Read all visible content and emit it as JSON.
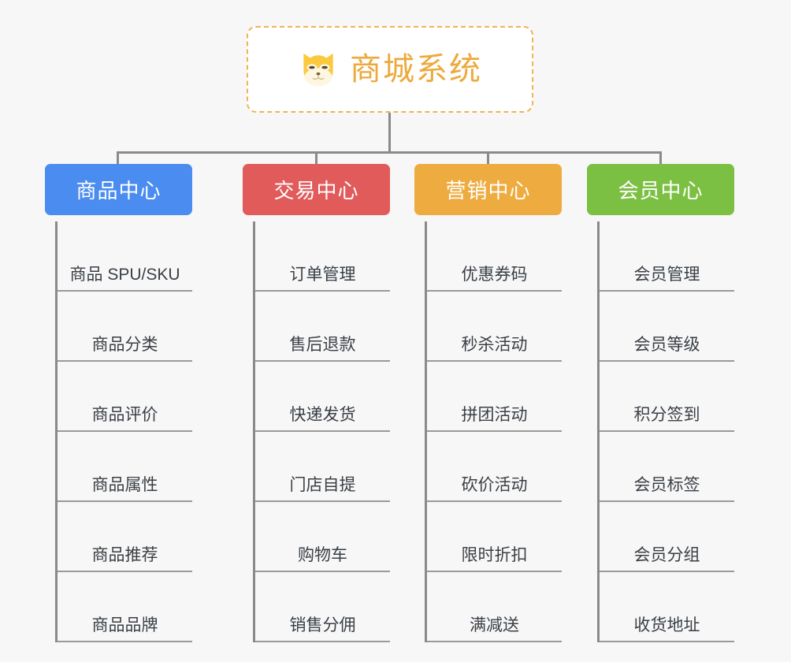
{
  "page": {
    "background_color": "#f7f7f7",
    "type": "org-chart"
  },
  "root": {
    "title": "商城系统",
    "icon": "shiba-dog-icon",
    "text_color": "#eda93c",
    "border_color": "#f0b450",
    "border_style": "dashed"
  },
  "columns": [
    {
      "header": "商品中心",
      "color": "#4a8cf0",
      "items": [
        "商品 SPU/SKU",
        "商品分类",
        "商品评价",
        "商品属性",
        "商品推荐",
        "商品品牌"
      ]
    },
    {
      "header": "交易中心",
      "color": "#e15b5b",
      "items": [
        "订单管理",
        "售后退款",
        "快递发货",
        "门店自提",
        "购物车",
        "销售分佣"
      ]
    },
    {
      "header": "营销中心",
      "color": "#eeab40",
      "items": [
        "优惠券码",
        "秒杀活动",
        "拼团活动",
        "砍价活动",
        "限时折扣",
        "满减送"
      ]
    },
    {
      "header": "会员中心",
      "color": "#7cc043",
      "items": [
        "会员管理",
        "会员等级",
        "积分签到",
        "会员标签",
        "会员分组",
        "收货地址"
      ]
    }
  ],
  "connector": {
    "color": "#8a8a8a"
  }
}
